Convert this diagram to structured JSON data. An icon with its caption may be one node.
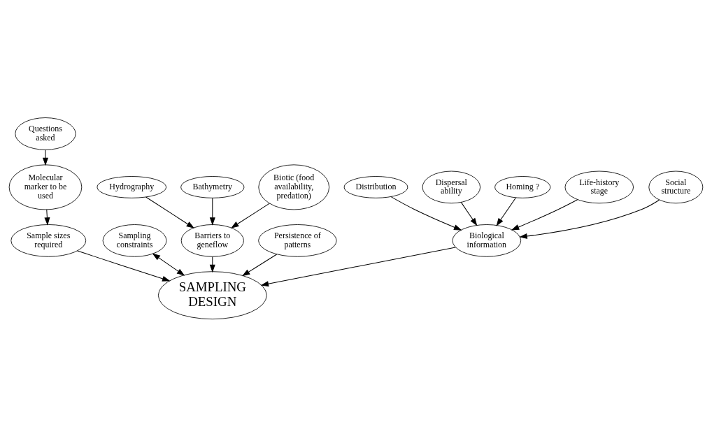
{
  "diagram": {
    "nodes": [
      {
        "text": [
          "Questions asked"
        ]
      },
      {
        "text": [
          "Molecular marker to be used"
        ]
      },
      {
        "text": [
          "Sample sizes required"
        ]
      },
      {
        "text": [
          "Sampling constraints"
        ]
      },
      {
        "text": [
          "Hydrography"
        ]
      },
      {
        "text": [
          "Barriers to geneflow"
        ]
      },
      {
        "text": [
          "Bathymetry"
        ]
      },
      {
        "text": [
          "Biotic (food availability, predation)"
        ]
      },
      {
        "text": [
          "Persistence of patterns"
        ]
      },
      {
        "text": [
          "SAMPLING DESIGN"
        ]
      },
      {
        "text": [
          "Distribution"
        ]
      },
      {
        "text": [
          "Biological information"
        ]
      },
      {
        "text": [
          "Dispersal ability"
        ]
      },
      {
        "text": [
          "Homing ?"
        ]
      },
      {
        "text": [
          "Life-history stage"
        ]
      },
      {
        "text": [
          "Social structure"
        ]
      }
    ],
    "edges": [
      {
        "from": 0,
        "to": 1,
        "arrow": "to"
      },
      {
        "from": 1,
        "to": 2,
        "arrow": "to"
      },
      {
        "from": 2,
        "to": 9,
        "arrow": "to"
      },
      {
        "from": 3,
        "to": 9,
        "arrow": "both"
      },
      {
        "from": 4,
        "to": 5,
        "arrow": "to"
      },
      {
        "from": 6,
        "to": 5,
        "arrow": "to"
      },
      {
        "from": 7,
        "to": 5,
        "arrow": "to"
      },
      {
        "from": 5,
        "to": 9,
        "arrow": "to"
      },
      {
        "from": 8,
        "to": 9,
        "arrow": "to"
      },
      {
        "from": 11,
        "to": 9,
        "arrow": "to"
      },
      {
        "from": 10,
        "to": 11,
        "arrow": "to"
      },
      {
        "from": 12,
        "to": 11,
        "arrow": "to"
      },
      {
        "from": 13,
        "to": 11,
        "arrow": "to"
      },
      {
        "from": 14,
        "to": 11,
        "arrow": "to"
      },
      {
        "from": 15,
        "to": 11,
        "arrow": "to"
      }
    ]
  }
}
